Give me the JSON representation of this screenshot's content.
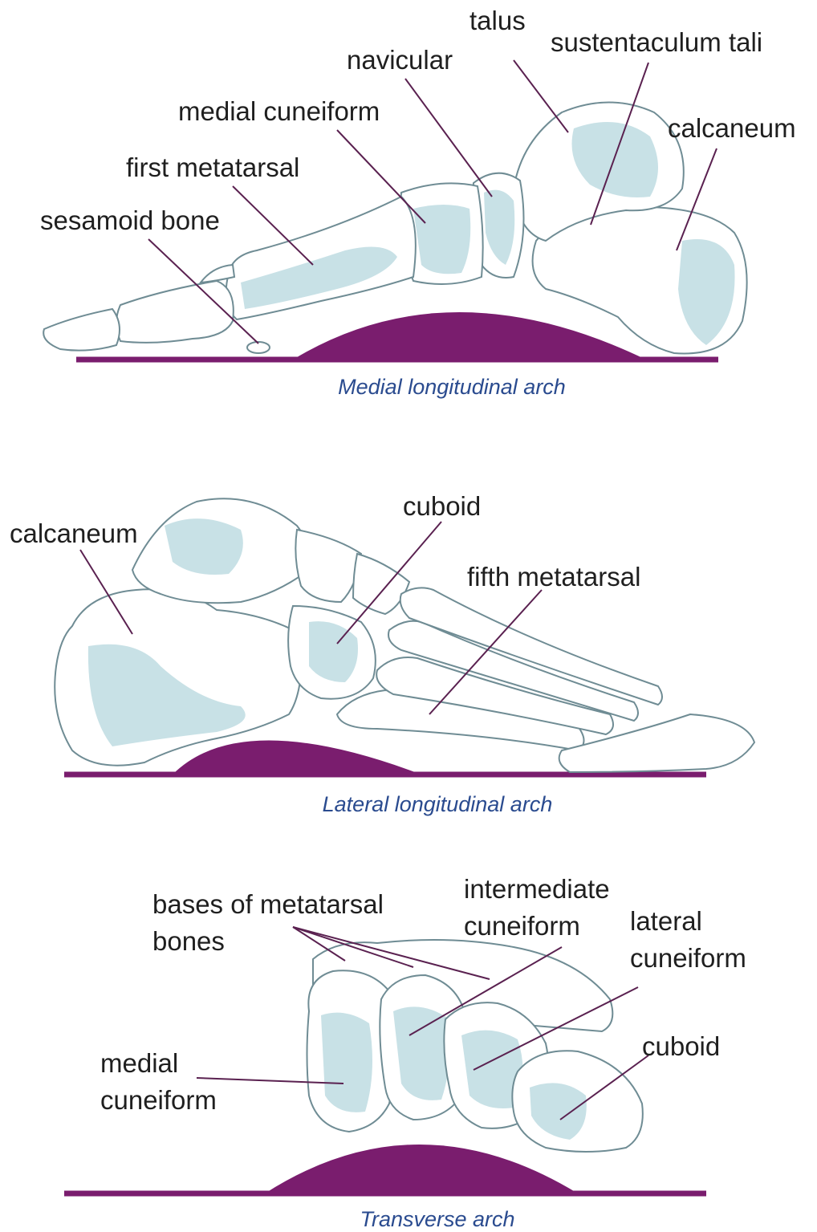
{
  "medial": {
    "labels": {
      "talus": "talus",
      "sustentaculum": "sustentaculum tali",
      "navicular": "navicular",
      "calcaneum": "calcaneum",
      "medial_cuneiform": "medial cuneiform",
      "first_metatarsal": "first metatarsal",
      "sesamoid": "sesamoid bone"
    },
    "caption": "Medial longitudinal arch"
  },
  "lateral": {
    "labels": {
      "calcaneum": "calcaneum",
      "cuboid": "cuboid",
      "fifth_metatarsal": "fifth metatarsal"
    },
    "caption": "Lateral longitudinal arch"
  },
  "transverse": {
    "labels": {
      "bases_line1": "bases of metatarsal",
      "bases_line2": "bones",
      "intermediate_line1": "intermediate",
      "intermediate_line2": "cuneiform",
      "lateral_line1": "lateral",
      "lateral_line2": "cuneiform",
      "medial_line1": "medial",
      "medial_line2": "cuneiform",
      "cuboid": "cuboid"
    },
    "caption": "Transverse arch"
  },
  "colors": {
    "arch": "#7a1d6e",
    "bone_shade": "#c8e1e6",
    "bone_outline": "#6f8c94",
    "caption": "#2a4b8f"
  }
}
